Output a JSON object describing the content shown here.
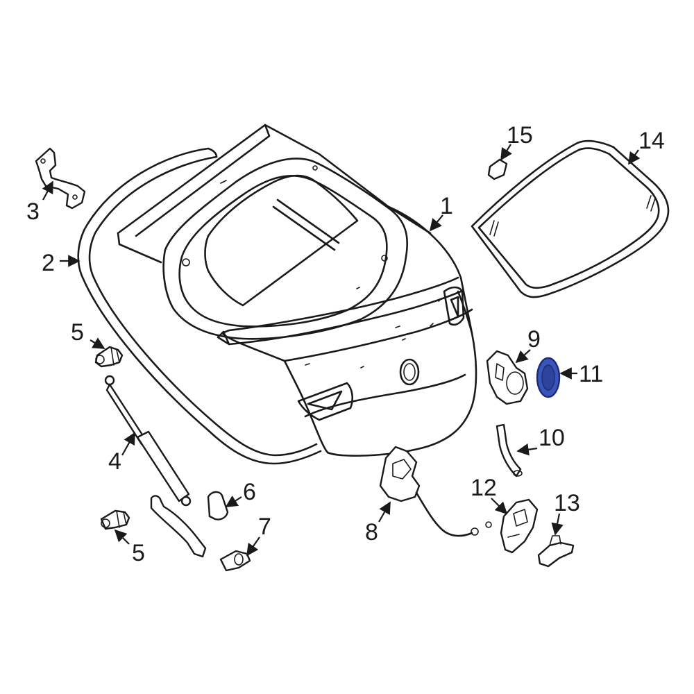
{
  "callouts": {
    "c1": "1",
    "c2": "2",
    "c3": "3",
    "c4": "4",
    "c5a": "5",
    "c5b": "5",
    "c6": "6",
    "c7": "7",
    "c8": "8",
    "c9": "9",
    "c10": "10",
    "c11": "11",
    "c12": "12",
    "c13": "13",
    "c14": "14",
    "c15": "15"
  },
  "colors": {
    "line": "#1a1a1a",
    "highlight_fill": "#3a55b8",
    "highlight_stroke": "#1c2a7a",
    "background": "#ffffff"
  }
}
